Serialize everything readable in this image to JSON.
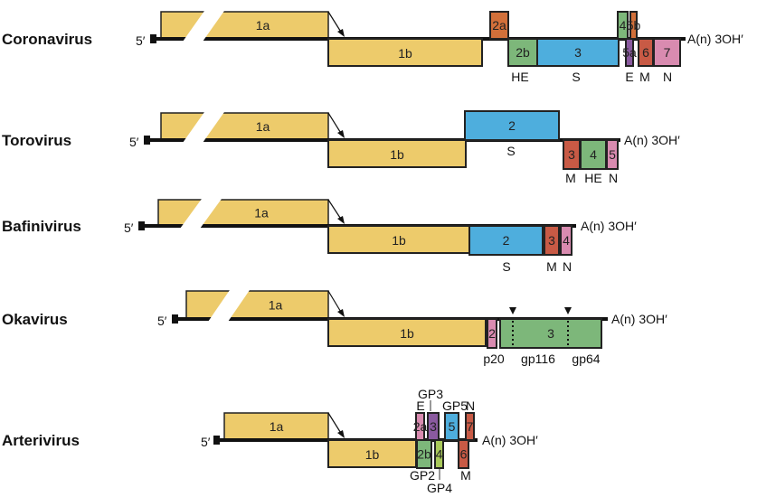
{
  "colors": {
    "orf1": "#edcb6b",
    "blue": "#4eaedd",
    "green": "#7db77a",
    "orange": "#d2703a",
    "red": "#c85a45",
    "pink": "#d98bb0",
    "purple": "#8a5a9f",
    "lime": "#a9c95a",
    "line": "#111111"
  },
  "common": {
    "five_prime": "5′",
    "three_prime": "A(n) 3OH′",
    "orf1a": "1a",
    "orf1b": "1b"
  },
  "viruses": [
    {
      "name": "Coronavirus",
      "genes": [
        {
          "label": "2a",
          "color": "orange"
        },
        {
          "label": "2b",
          "color": "green"
        },
        {
          "label": "3",
          "color": "blue"
        },
        {
          "label": "4",
          "color": "green"
        },
        {
          "label": "5b",
          "color": "orange"
        },
        {
          "label": "5a",
          "color": "purple"
        },
        {
          "label": "6",
          "color": "red"
        },
        {
          "label": "7",
          "color": "pink"
        }
      ],
      "proteins": [
        "HE",
        "S",
        "E",
        "M",
        "N"
      ]
    },
    {
      "name": "Torovirus",
      "genes": [
        {
          "label": "2",
          "color": "blue"
        },
        {
          "label": "3",
          "color": "red"
        },
        {
          "label": "4",
          "color": "green"
        },
        {
          "label": "5",
          "color": "pink"
        }
      ],
      "proteins": [
        "S",
        "M",
        "HE",
        "N"
      ]
    },
    {
      "name": "Bafinivirus",
      "genes": [
        {
          "label": "2",
          "color": "blue"
        },
        {
          "label": "3",
          "color": "red"
        },
        {
          "label": "4",
          "color": "pink"
        }
      ],
      "proteins": [
        "S",
        "M",
        "N"
      ]
    },
    {
      "name": "Okavirus",
      "genes": [
        {
          "label": "2",
          "color": "pink"
        },
        {
          "label": "3",
          "color": "green"
        }
      ],
      "proteins": [
        "p20",
        "gp116",
        "gp64"
      ]
    },
    {
      "name": "Arterivirus",
      "genes": [
        {
          "label": "2a",
          "color": "pink"
        },
        {
          "label": "3",
          "color": "purple"
        },
        {
          "label": "5",
          "color": "blue"
        },
        {
          "label": "7",
          "color": "red"
        },
        {
          "label": "2b",
          "color": "green"
        },
        {
          "label": "4",
          "color": "lime"
        },
        {
          "label": "6",
          "color": "red"
        }
      ],
      "proteins": [
        "E",
        "GP3",
        "GP5",
        "N",
        "GP2",
        "GP4",
        "M"
      ]
    }
  ]
}
